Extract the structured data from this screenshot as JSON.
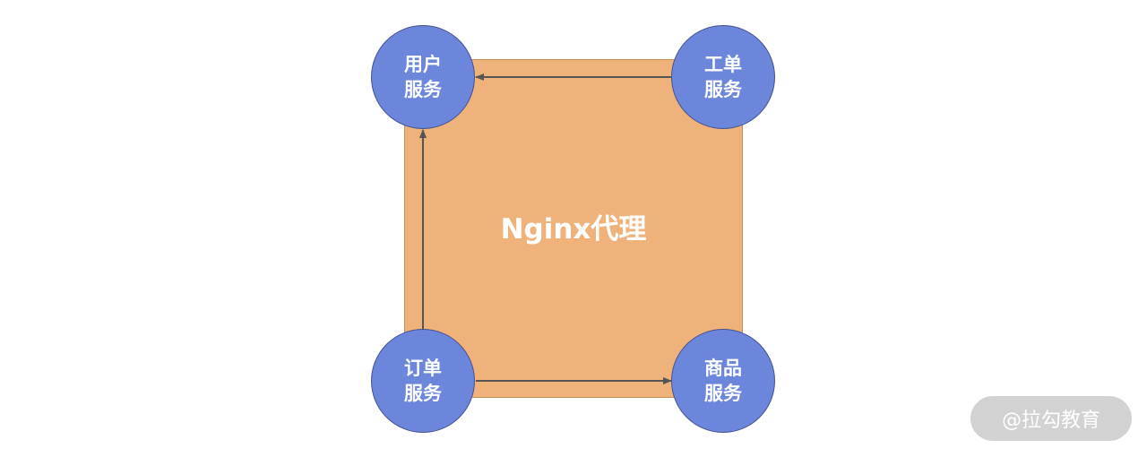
{
  "proxy": {
    "label": "Nginx代理"
  },
  "services": {
    "user": {
      "line1": "用户",
      "line2": "服务"
    },
    "ticket": {
      "line1": "工单",
      "line2": "服务"
    },
    "order": {
      "line1": "订单",
      "line2": "服务"
    },
    "goods": {
      "line1": "商品",
      "line2": "服务"
    }
  },
  "watermark": "@拉勾教育",
  "colors": {
    "proxy_fill": "#f0b27b",
    "node_fill": "#6c86dc",
    "arrow": "#555555",
    "watermark_bg": "#d2d2d2"
  }
}
